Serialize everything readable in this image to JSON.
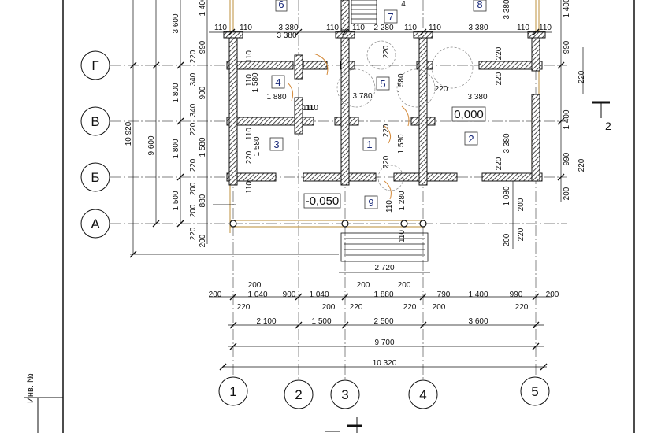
{
  "rooms": [
    "1",
    "2",
    "3",
    "4",
    "5",
    "6",
    "7",
    "8",
    "9"
  ],
  "axes_letters": [
    "Г",
    "В",
    "Б",
    "А"
  ],
  "axes_numbers": [
    "1",
    "2",
    "3",
    "4",
    "5"
  ],
  "levels": {
    "main": "0,000",
    "porch": "-0,050"
  },
  "section_mark": "2",
  "stamp_label": "Инв. №",
  "dims": {
    "top": [
      "110",
      "110",
      "3 380",
      "110",
      "110",
      "2 280",
      "110",
      "110",
      "3 380",
      "110",
      "110"
    ],
    "bottom_row1": [
      "200",
      "200",
      "1 040",
      "900",
      "1 040",
      "200",
      "1 880",
      "200",
      "790",
      "1 400",
      "990",
      "200"
    ],
    "bottom_row1b": [
      "220",
      "200",
      "220",
      "220",
      "200",
      "220"
    ],
    "bottom_row2": [
      "2 100",
      "1 500",
      "2 500",
      "3 600"
    ],
    "bottom_row3": "9 700",
    "bottom_row4": "10 320",
    "porch": "2 720",
    "left_outer": [
      "10 920",
      "9 600"
    ],
    "left_mid": [
      "3 600",
      "1 800",
      "1 800",
      "1 500"
    ],
    "left_inner": [
      "1 400",
      "990",
      "220",
      "340",
      "900",
      "340",
      "220",
      "1 580",
      "220",
      "200",
      "880",
      "200",
      "220",
      "200"
    ],
    "right_outer": [
      "1 400",
      "990",
      "220",
      "1 400",
      "990",
      "220",
      "200"
    ],
    "right_inner": [
      "3 380",
      "3 380",
      "1 080",
      "200",
      "200",
      "220"
    ],
    "interior": [
      "3 380",
      "1 580",
      "110",
      "1 880",
      "110",
      "110",
      "3 780",
      "3 380",
      "1 580",
      "220",
      "1 580",
      "220",
      "220",
      "220",
      "220",
      "110",
      "1 280",
      "110",
      "110",
      "110",
      "110",
      "220",
      "220",
      "1 580",
      "220",
      "4"
    ]
  }
}
